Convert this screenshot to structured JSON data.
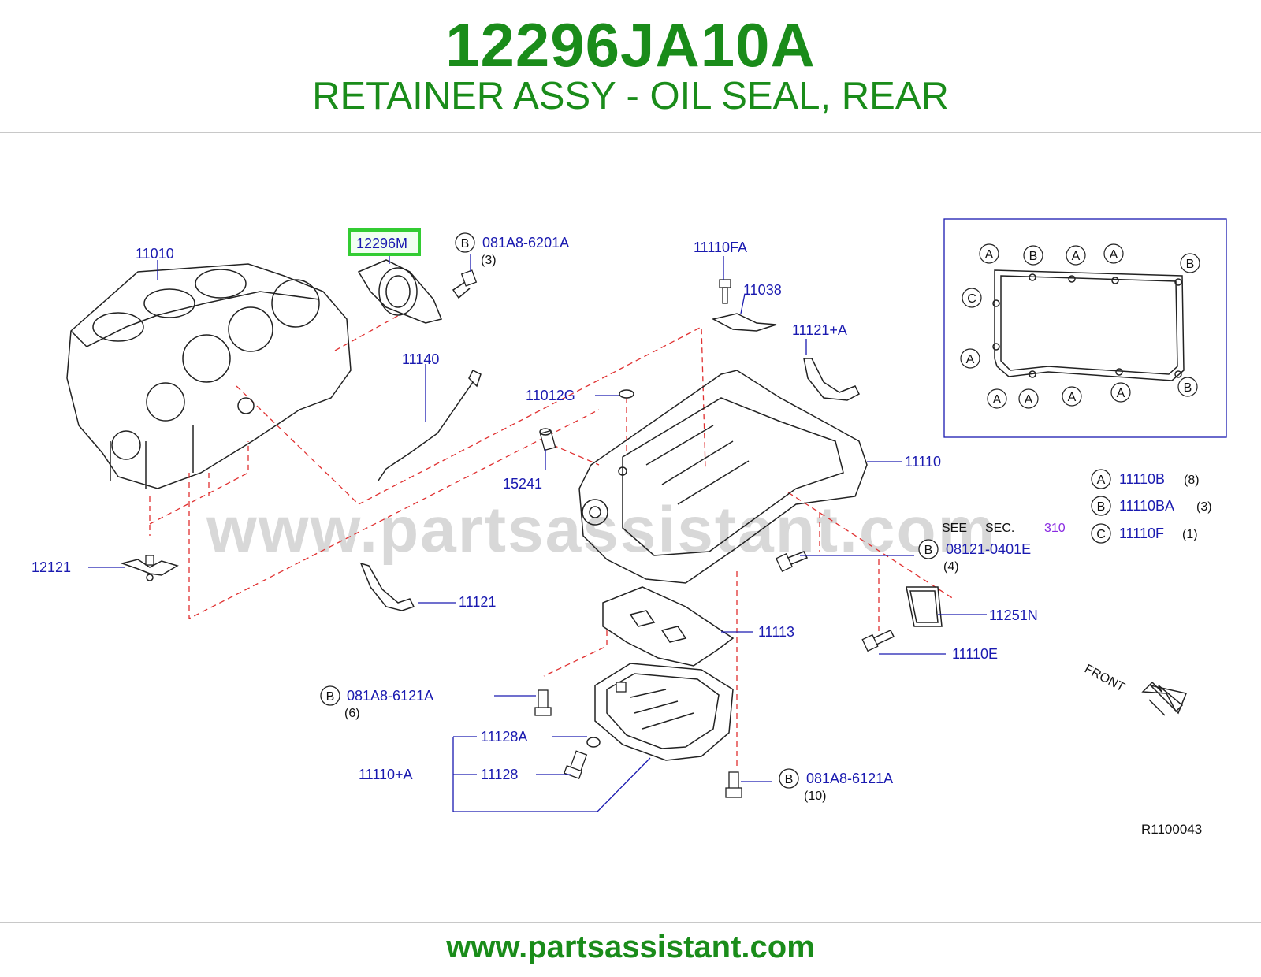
{
  "header": {
    "part_number": "12296JA10A",
    "part_title": "RETAINER ASSY - OIL SEAL, REAR"
  },
  "diagram": {
    "watermark": "www.partsassistant.com",
    "highlight_color": "#33cc33",
    "label_color": "#1a1ab0",
    "leader_dash_color": "#e03030",
    "labels": {
      "p11010": "11010",
      "p12296m": "12296M",
      "p081a8_6201a": "081A8-6201A",
      "q081a8_6201a": "(3)",
      "p11110fa": "11110FA",
      "p11038": "11038",
      "p11121a": "11121+A",
      "p11140": "11140",
      "p11012g": "11012G",
      "p15241": "15241",
      "p11110": "11110",
      "p12121": "12121",
      "p11121": "11121",
      "p08121_0401e": "08121-0401E",
      "q08121_0401e": "(4)",
      "p11251n": "11251N",
      "p11113": "11113",
      "p11110e": "11110E",
      "p081a8_6121a_1": "081A8-6121A",
      "q081a8_6121a_1": "(6)",
      "p11128a": "11128A",
      "p11110a": "11110+A",
      "p11128": "11128",
      "p081a8_6121a_2": "081A8-6121A",
      "q081a8_6121a_2": "(10)",
      "see": "SEE",
      "sec": "SEC.",
      "sec_num": "310",
      "front": "FRONT",
      "ref_code": "R1100043"
    },
    "legend": [
      {
        "letter": "A",
        "part": "11110B",
        "qty": "(8)"
      },
      {
        "letter": "B",
        "part": "11110BA",
        "qty": "(3)"
      },
      {
        "letter": "C",
        "part": "11110F",
        "qty": "(1)"
      }
    ],
    "callout_letters": {
      "a": "A",
      "b": "B",
      "c": "C"
    }
  },
  "footer": {
    "url": "www.partsassistant.com"
  }
}
